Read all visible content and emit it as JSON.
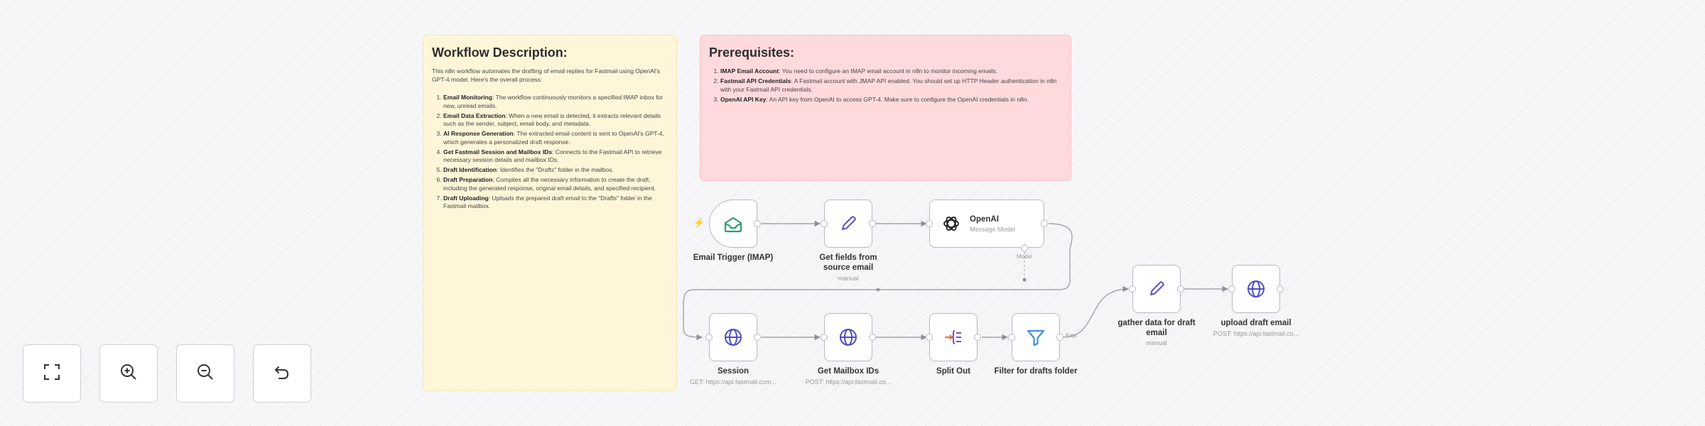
{
  "description_note": {
    "title": "Workflow Description:",
    "intro": "This n8n workflow automates the drafting of email replies for Fastmail using OpenAI's GPT-4 model. Here's the overall process:",
    "items": [
      {
        "bold": "Email Monitoring",
        "text": ": The workflow continuously monitors a specified IMAP inbox for new, unread emails."
      },
      {
        "bold": "Email Data Extraction",
        "text": ": When a new email is detected, it extracts relevant details such as the sender, subject, email body, and metadata."
      },
      {
        "bold": "AI Response Generation",
        "text": ": The extracted email content is sent to OpenAI's GPT-4, which generates a personalized draft response."
      },
      {
        "bold": "Get Fastmail Session and Mailbox IDs",
        "text": ": Connects to the Fastmail API to retrieve necessary session details and mailbox IDs."
      },
      {
        "bold": "Draft Identification",
        "text": ": Identifies the \"Drafts\" folder in the mailbox."
      },
      {
        "bold": "Draft Preparation",
        "text": ": Compiles all the necessary information to create the draft, including the generated response, original email details, and specified recipient."
      },
      {
        "bold": "Draft Uploading",
        "text": ": Uploads the prepared draft email to the \"Drafts\" folder in the Fastmail mailbox."
      }
    ]
  },
  "prerequisites_note": {
    "title": "Prerequisites:",
    "items": [
      {
        "bold": "IMAP Email Account",
        "text": ": You need to configure an IMAP email account in n8n to monitor incoming emails."
      },
      {
        "bold": "Fastmail API Credentials",
        "text": ": A Fastmail account with JMAP API enabled. You should set up HTTP Header authentication in n8n with your Fastmail API credentials."
      },
      {
        "bold": "OpenAI API Key",
        "text": ": An API key from OpenAI to access GPT-4. Make sure to configure the OpenAI credentials in n8n."
      }
    ]
  },
  "nodes": {
    "email_trigger": {
      "label": "Email Trigger (IMAP)",
      "icon": "envelope-open-icon"
    },
    "get_fields": {
      "label": "Get fields from source email",
      "sub": "manual",
      "icon": "pencil-icon"
    },
    "openai": {
      "label": "OpenAI",
      "sub": "Message Model",
      "model_port": "Model",
      "icon": "openai-logo-icon"
    },
    "session": {
      "label": "Session",
      "sub": "GET: https://api.fastmail.com...",
      "icon": "globe-icon"
    },
    "get_mailbox_ids": {
      "label": "Get Mailbox IDs",
      "sub": "POST: https://api.fastmail.co...",
      "icon": "globe-icon"
    },
    "split_out": {
      "label": "Split Out",
      "icon": "split-out-icon"
    },
    "filter_drafts": {
      "label": "Filter for drafts folder",
      "output_label": "Kept",
      "icon": "filter-icon"
    },
    "gather_data": {
      "label": "gather data for draft email",
      "sub": "manual",
      "icon": "pencil-icon"
    },
    "upload_draft": {
      "label": "upload draft email",
      "sub": "POST: https://api.fastmail.co...",
      "icon": "globe-icon"
    }
  },
  "trigger_marker": "⚡",
  "colors": {
    "sticky_yellow": "#fff6d9",
    "sticky_red": "#ffdadd",
    "trigger_green": "#2e9e6b",
    "pencil_indigo": "#5b55c7",
    "globe_indigo": "#4c4fc2",
    "split_purple": "#7a49c8",
    "split_orange": "#ef6b2f",
    "filter_blue": "#3f8fe0",
    "trigger_star_red": "#e35454"
  },
  "controls": [
    {
      "name": "fit-view-button",
      "icon": "fit-view-icon"
    },
    {
      "name": "zoom-in-button",
      "icon": "zoom-in-icon"
    },
    {
      "name": "zoom-out-button",
      "icon": "zoom-out-icon"
    },
    {
      "name": "reset-zoom-button",
      "icon": "undo-icon"
    }
  ]
}
